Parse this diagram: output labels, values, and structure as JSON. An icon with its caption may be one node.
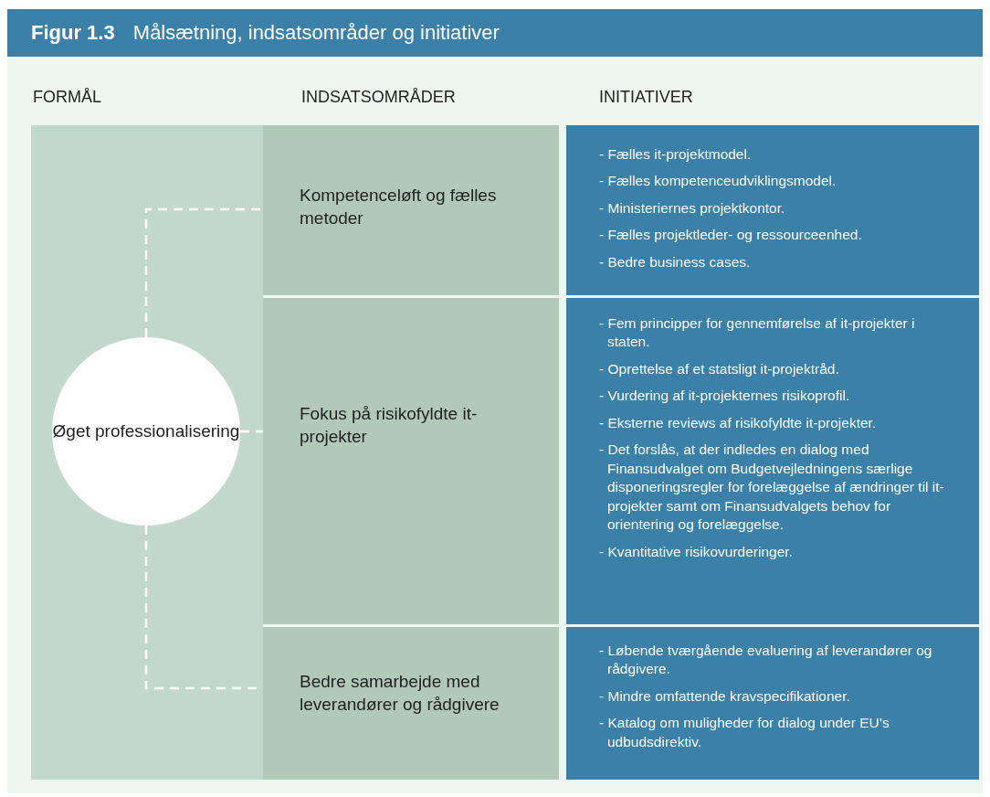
{
  "diagram": {
    "title": "**Figur 1.3** Målsætning, indsatsområder og initiativer",
    "nodes": [
      {
        "text": [
          "Øget professionalisering"
        ]
      },
      {
        "text": [
          "Kompetenceløft og fælles metoder"
        ]
      },
      {
        "text": [
          "Fokus på risikofyldte it-projekter"
        ]
      },
      {
        "text": [
          "Bedre samarbejde med leverandører og rådgivere"
        ]
      },
      {
        "text": [
          "- Fælles it-projektmodel.",
          "- Fælles kompetenceudviklingsmodel.",
          "- Ministeriernes projektkontor.",
          "- Fælles projektleder- og ressourceenhed.",
          "- Bedre business cases."
        ]
      },
      {
        "text": [
          "- Fem principper for gennemførelse af it-projekter i staten.",
          "- Oprettelse af et statsligt it-projektråd.",
          "- Vurdering af it-projekternes risikoprofil.",
          "- Eksterne reviews af risikofyldte it-projekter.",
          "- Det forslås, at der indledes en dialog med Finansudvalget om Budgetvejledningens særlige disponeringsregler for forelæggelse af ændringer til it-projekter samt om Finansudvalgets behov for orientering og forelæggelse.",
          "- Kvantitative risikovurderinger."
        ]
      },
      {
        "text": [
          "- Løbende tværgående evaluering af leverandører og rådgivere.",
          "- Mindre omfattende kravspecifikationer.",
          "- Katalog om muligheder for dialog under EU’s udbudsdirektiv."
        ]
      }
    ],
    "edges": [
      {
        "from": 0,
        "to": 1,
        "arrow": "none",
        "style": "dashed"
      },
      {
        "from": 0,
        "to": 2,
        "arrow": "none",
        "style": "dashed"
      },
      {
        "from": 0,
        "to": 3,
        "arrow": "none",
        "style": "dashed"
      }
    ],
    "labels": [
      "FORMÅL",
      "INDSATSOMRÅDER",
      "INITIATIVER"
    ]
  }
}
